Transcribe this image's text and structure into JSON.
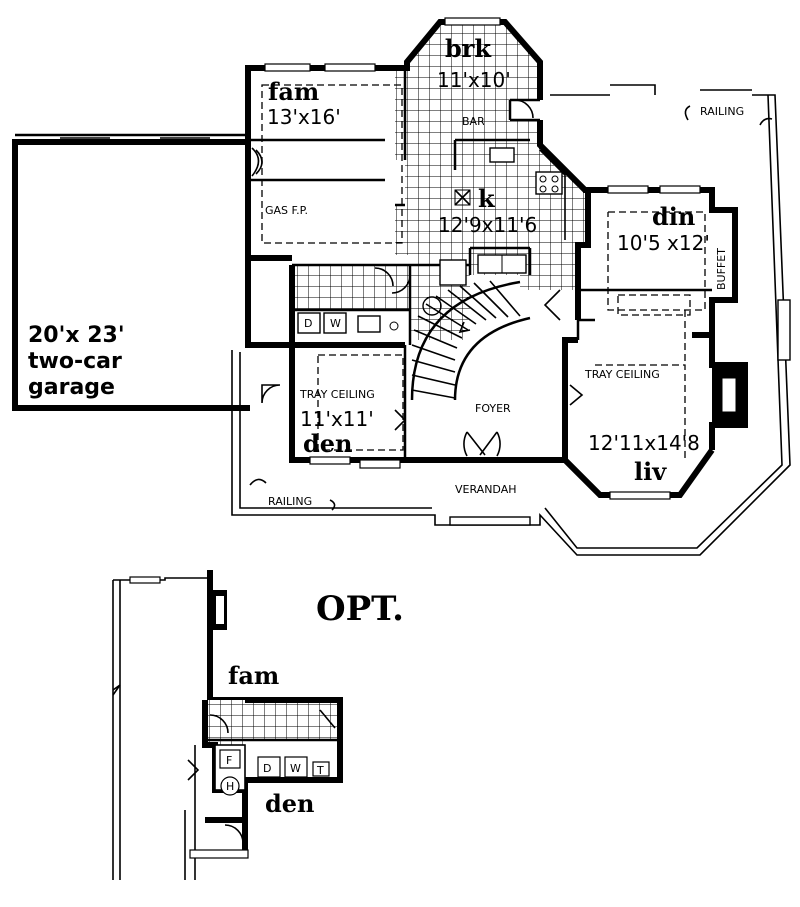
{
  "rooms": {
    "brk": {
      "name": "brk",
      "dim": "11'x10'"
    },
    "fam": {
      "name": "fam",
      "dim": "13'x16'"
    },
    "k": {
      "name": "k",
      "dim": "12'9x11'6"
    },
    "din": {
      "name": "din",
      "dim": "10'5 x12'"
    },
    "garage": {
      "dim": "20'x 23'",
      "name_line1": "two-car",
      "name_line2": "garage"
    },
    "den": {
      "name": "den",
      "dim": "11'x11'",
      "ceiling": "TRAY CEILING"
    },
    "liv": {
      "name": "liv",
      "dim": "12'11x14'8",
      "ceiling": "TRAY CEILING"
    },
    "foyer": {
      "name": "FOYER"
    }
  },
  "labels": {
    "bar": "BAR",
    "gas_fp": "GAS F.P.",
    "buffet": "BUFFET",
    "railing_top": "RAILING",
    "railing_bottom": "RAILING",
    "verandah": "VERANDAH",
    "washer": "W",
    "dryer": "D"
  },
  "option": {
    "title": "OPT.",
    "fam": "fam",
    "den": "den",
    "furnace": "F",
    "heater": "H",
    "dryer": "D",
    "washer": "W",
    "tub": "T"
  }
}
